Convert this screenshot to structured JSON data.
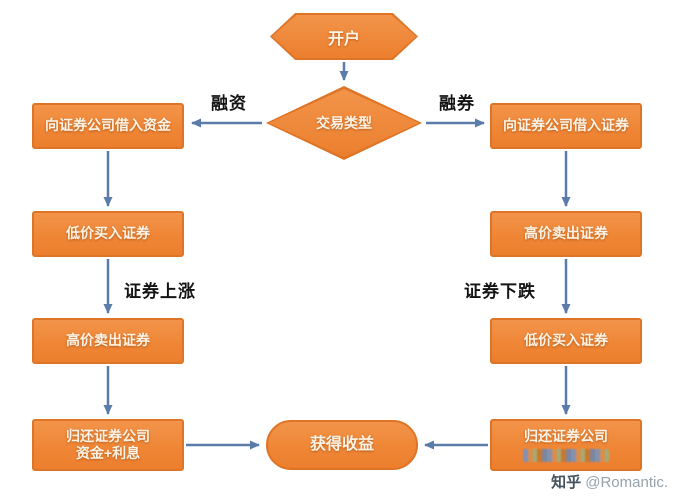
{
  "diagram": {
    "start": {
      "label": "开户"
    },
    "decision": {
      "label": "交易类型"
    },
    "branches": {
      "left": "融资",
      "right": "融券"
    },
    "left_flow": {
      "step1": "向证券公司借入资金",
      "step2": "低价买入证券",
      "condition": "证券上涨",
      "step3": "高价卖出证券",
      "step4_line1": "归还证券公司",
      "step4_line2": "资金+利息"
    },
    "right_flow": {
      "step1": "向证券公司借入证券",
      "step2": "高价卖出证券",
      "condition": "证券下跌",
      "step3": "低价买入证券",
      "step4_line1": "归还证券公司"
    },
    "end": {
      "label": "获得收益"
    }
  },
  "colors": {
    "node_fill": "#EF8636",
    "node_border": "#DE7426",
    "arrow": "#5B7CA8"
  },
  "watermark": {
    "brand": "知乎",
    "handle": "@Romantic."
  }
}
